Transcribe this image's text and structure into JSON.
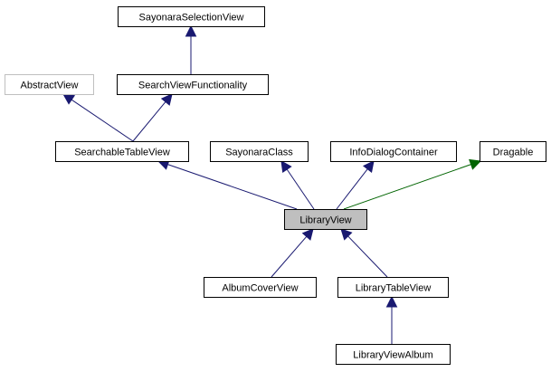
{
  "colors": {
    "inherit_edge": "#191970",
    "template_edge": "#006400",
    "node_border": "#000000",
    "muted_border": "#bfbfbf",
    "highlight_fill": "#bfbfbf",
    "node_fill": "#ffffff"
  },
  "nodes": [
    {
      "id": "sayonara_selection_view",
      "label": "SayonaraSelectionView",
      "style": "normal"
    },
    {
      "id": "abstract_view",
      "label": "AbstractView",
      "style": "muted"
    },
    {
      "id": "search_view_functionality",
      "label": "SearchViewFunctionality",
      "style": "normal"
    },
    {
      "id": "searchable_table_view",
      "label": "SearchableTableView",
      "style": "normal"
    },
    {
      "id": "sayonara_class",
      "label": "SayonaraClass",
      "style": "normal"
    },
    {
      "id": "info_dialog_container",
      "label": "InfoDialogContainer",
      "style": "normal"
    },
    {
      "id": "dragable",
      "label": "Dragable",
      "style": "normal"
    },
    {
      "id": "library_view",
      "label": "LibraryView",
      "style": "highlight"
    },
    {
      "id": "album_cover_view",
      "label": "AlbumCoverView",
      "style": "normal"
    },
    {
      "id": "library_table_view",
      "label": "LibraryTableView",
      "style": "normal"
    },
    {
      "id": "library_view_album",
      "label": "LibraryViewAlbum",
      "style": "normal"
    }
  ],
  "edges": [
    {
      "from": "search_view_functionality",
      "to": "sayonara_selection_view",
      "kind": "inherit"
    },
    {
      "from": "searchable_table_view",
      "to": "abstract_view",
      "kind": "inherit"
    },
    {
      "from": "searchable_table_view",
      "to": "search_view_functionality",
      "kind": "inherit"
    },
    {
      "from": "library_view",
      "to": "searchable_table_view",
      "kind": "inherit"
    },
    {
      "from": "library_view",
      "to": "sayonara_class",
      "kind": "inherit"
    },
    {
      "from": "library_view",
      "to": "info_dialog_container",
      "kind": "inherit"
    },
    {
      "from": "library_view",
      "to": "dragable",
      "kind": "template"
    },
    {
      "from": "album_cover_view",
      "to": "library_view",
      "kind": "inherit"
    },
    {
      "from": "library_table_view",
      "to": "library_view",
      "kind": "inherit"
    },
    {
      "from": "library_view_album",
      "to": "library_table_view",
      "kind": "inherit"
    }
  ]
}
